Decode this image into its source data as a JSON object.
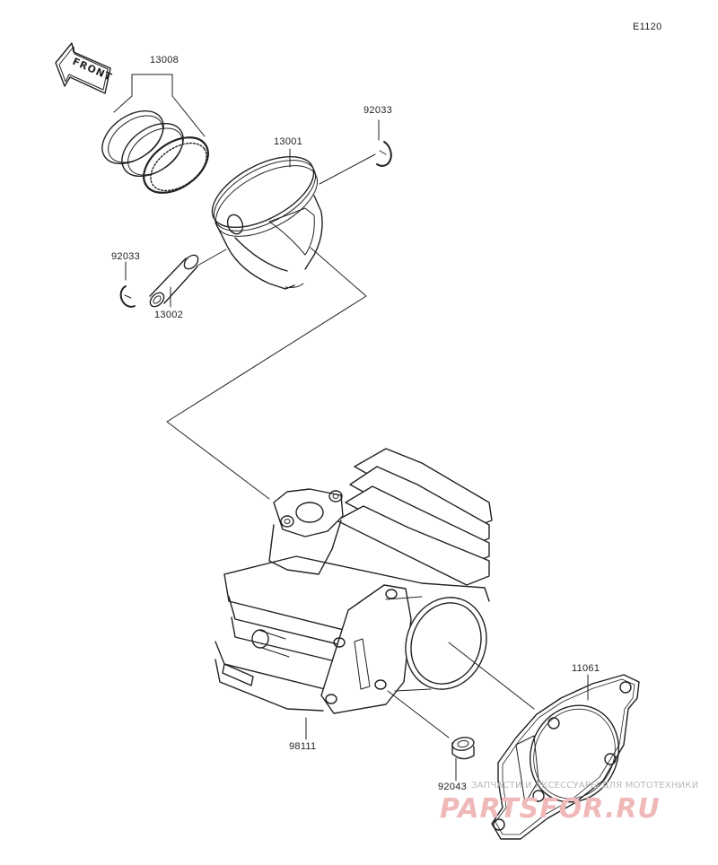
{
  "diagram_code": "E1120",
  "front_arrow_label": "FRONT",
  "parts": {
    "piston_rings": "13008",
    "circlip_top": "92033",
    "piston": "13001",
    "circlip_left": "92033",
    "piston_pin": "13002",
    "gasket": "11061",
    "cylinder_block": "98111",
    "dowel_pin": "92043"
  },
  "watermark": {
    "tagline": "ЗАПЧАСТИ И АКСЕССУАРЫ ДЛЯ МОТОТЕХНИКИ",
    "site": "PARTSFOR.RU"
  }
}
